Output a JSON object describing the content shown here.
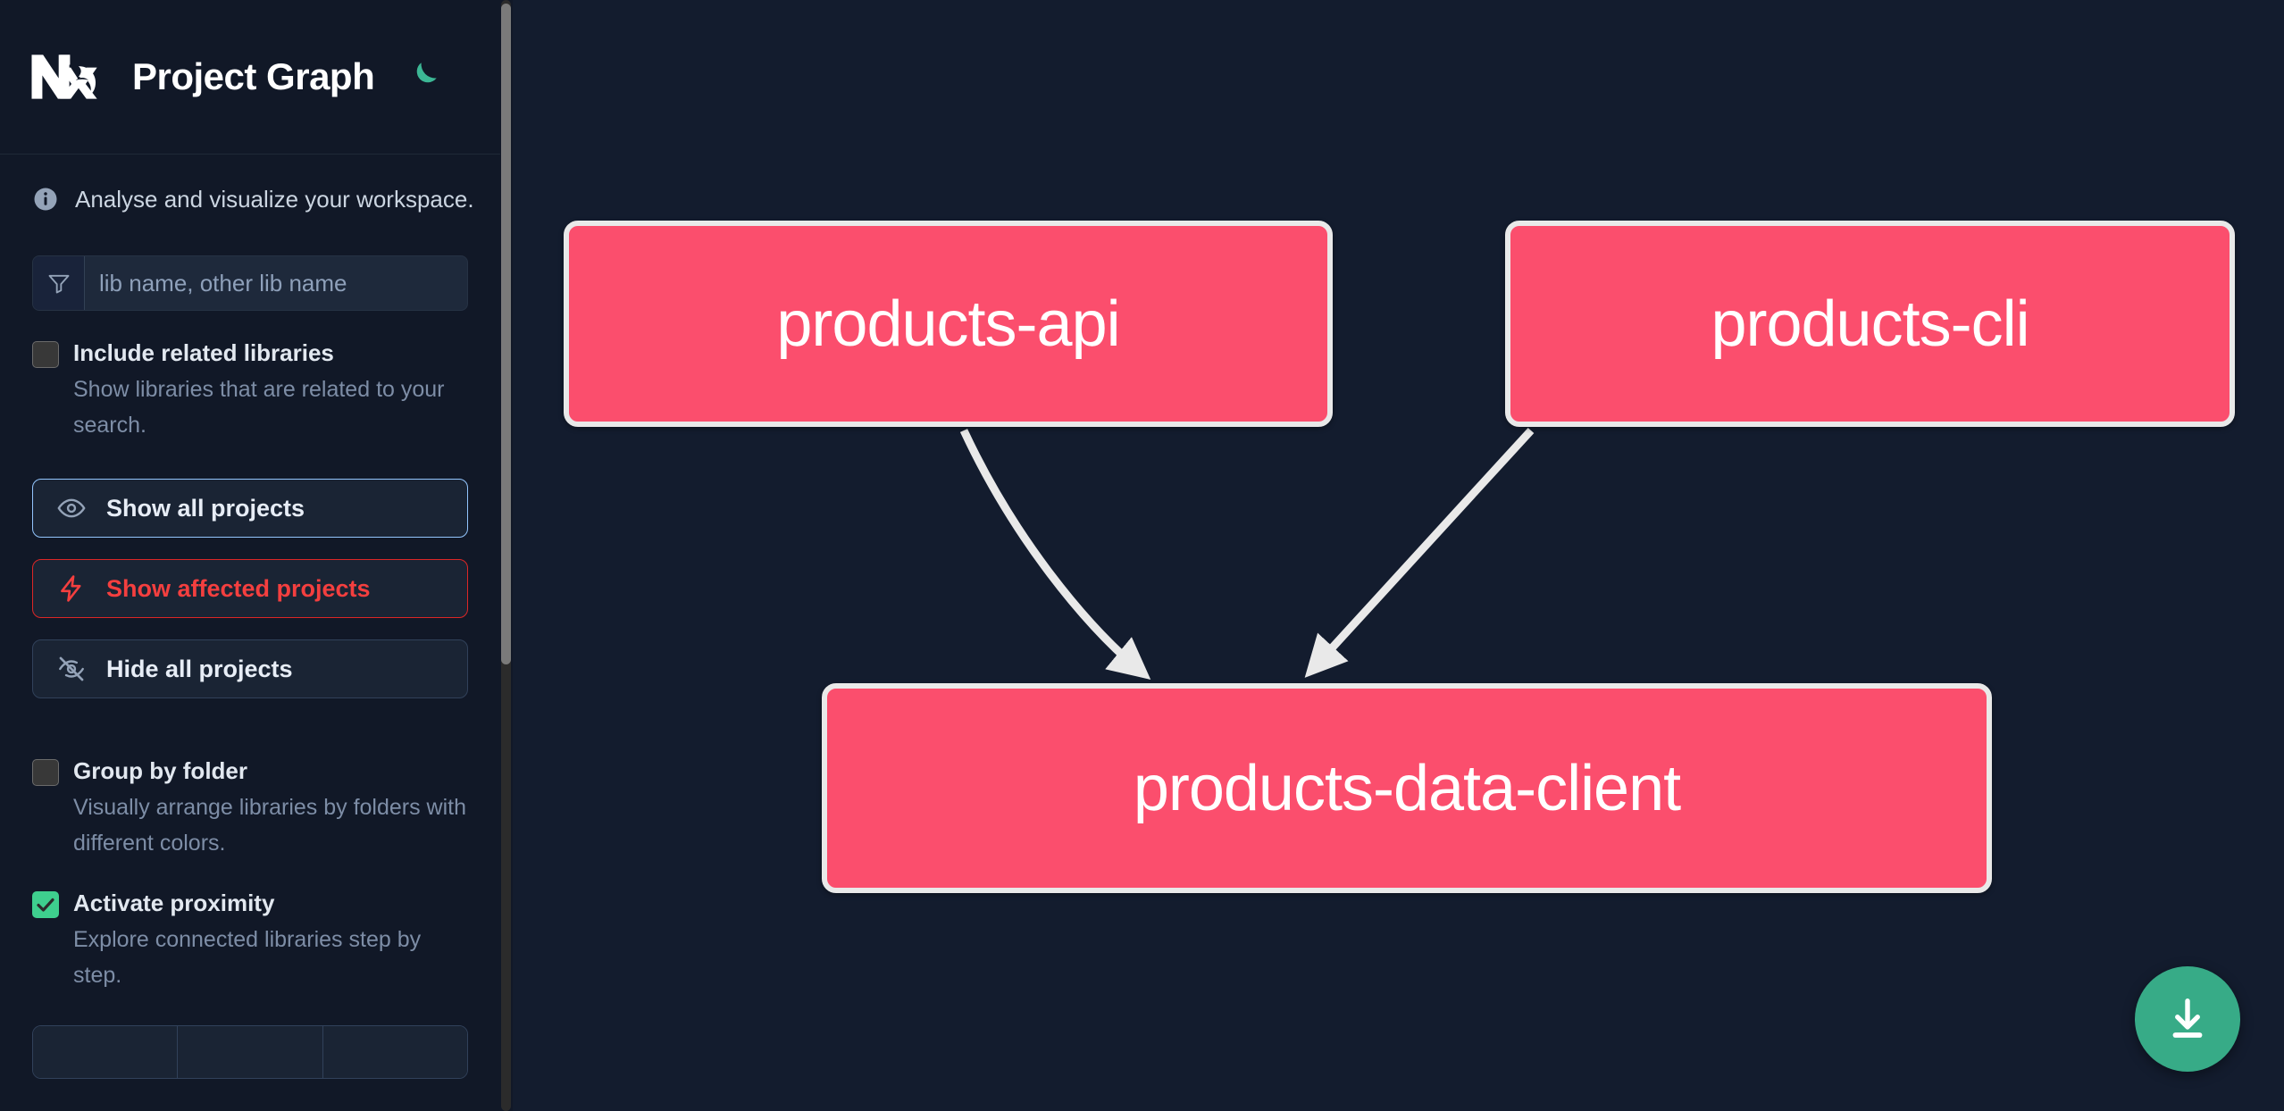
{
  "header": {
    "logo_alt": "Nx",
    "title": "Project Graph",
    "theme_toggle_icon": "moon-icon"
  },
  "sidebar": {
    "tagline": {
      "icon": "info-icon",
      "text": "Analyse and visualize your workspace."
    },
    "search": {
      "icon": "filter-icon",
      "value": "",
      "placeholder": "lib name, other lib name"
    },
    "checkboxes": [
      {
        "id": "include-related-libraries",
        "label": "Include related libraries",
        "description": "Show libraries that are related to your search.",
        "checked": false
      },
      {
        "id": "group-by-folder",
        "label": "Group by folder",
        "description": "Visually arrange libraries by folders with different colors.",
        "checked": false
      },
      {
        "id": "activate-proximity",
        "label": "Activate proximity",
        "description": "Explore connected libraries step by step.",
        "checked": true
      }
    ],
    "buttons": [
      {
        "id": "show-all-projects",
        "label": "Show all projects",
        "icon": "eye-icon",
        "accent": "#93c5fd"
      },
      {
        "id": "show-affected-projects",
        "label": "Show affected projects",
        "icon": "lightning-icon",
        "accent": "#dc2626"
      },
      {
        "id": "hide-all-projects",
        "label": "Hide all projects",
        "icon": "eye-off-icon",
        "accent": "#31415a"
      }
    ],
    "segmented_control": [
      {
        "id": "seg-1",
        "label": ""
      },
      {
        "id": "seg-2",
        "label": ""
      },
      {
        "id": "seg-3",
        "label": ""
      }
    ]
  },
  "graph": {
    "background": "#131c2e",
    "node_fill": "#fb4e6d",
    "node_border": "#e9e9e9",
    "edge_color": "#e9e9e9",
    "nodes": [
      {
        "id": "products-api",
        "label": "products-api"
      },
      {
        "id": "products-cli",
        "label": "products-cli"
      },
      {
        "id": "products-data-client",
        "label": "products-data-client"
      }
    ],
    "edges": [
      {
        "from": "products-api",
        "to": "products-data-client"
      },
      {
        "from": "products-cli",
        "to": "products-data-client"
      }
    ],
    "download_button": {
      "icon": "download-icon",
      "color": "#37ab87"
    }
  }
}
